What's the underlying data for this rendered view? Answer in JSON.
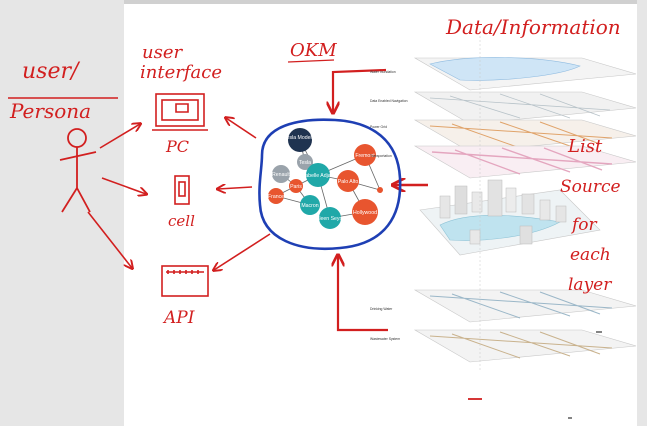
{
  "labels": {
    "user_persona_line1": "user/",
    "user_persona_line2": "Persona",
    "user_interface_line1": "user",
    "user_interface_line2": "interface",
    "pc": "PC",
    "cell": "cell",
    "api": "API",
    "okm": "OKM",
    "data_information": "Data/Information",
    "list": "List",
    "source": "Source",
    "for": "for",
    "each": "each",
    "layer": "layer"
  },
  "graph_nodes": [
    {
      "id": "tesla-model-3",
      "label": "Tesla Model 3",
      "color": "#1f3350"
    },
    {
      "id": "tesla",
      "label": "Tesla",
      "color": "#9aa3ab"
    },
    {
      "id": "renault",
      "label": "Renault",
      "color": "#9aa3ab"
    },
    {
      "id": "paris",
      "label": "Paris",
      "color": "#e8552f"
    },
    {
      "id": "france",
      "label": "France",
      "color": "#e8552f"
    },
    {
      "id": "isabelle-adjani",
      "label": "Isabelle Adjani",
      "color": "#20a8a8"
    },
    {
      "id": "palo-alto",
      "label": "Palo Alto",
      "color": "#e8552f"
    },
    {
      "id": "fremont",
      "label": "Fremont",
      "color": "#e8552f"
    },
    {
      "id": "hollywood",
      "label": "Hollywood",
      "color": "#e8552f"
    },
    {
      "id": "macron",
      "label": "Macron",
      "color": "#20a8a8"
    },
    {
      "id": "kathleen",
      "label": "Kathleen Seymour",
      "color": "#20a8a8"
    }
  ],
  "layers": [
    {
      "label": "Water Inundation"
    },
    {
      "label": "Data Enabled Navigation"
    },
    {
      "label": "Power Grid"
    },
    {
      "label": "Transportation"
    },
    {
      "label": "Drinking Water"
    },
    {
      "label": "Wastewater System"
    }
  ],
  "colors": {
    "ink_red": "#d21f1f",
    "ink_blue": "#1e3fb4",
    "gray_margin": "#e6e6e6"
  }
}
